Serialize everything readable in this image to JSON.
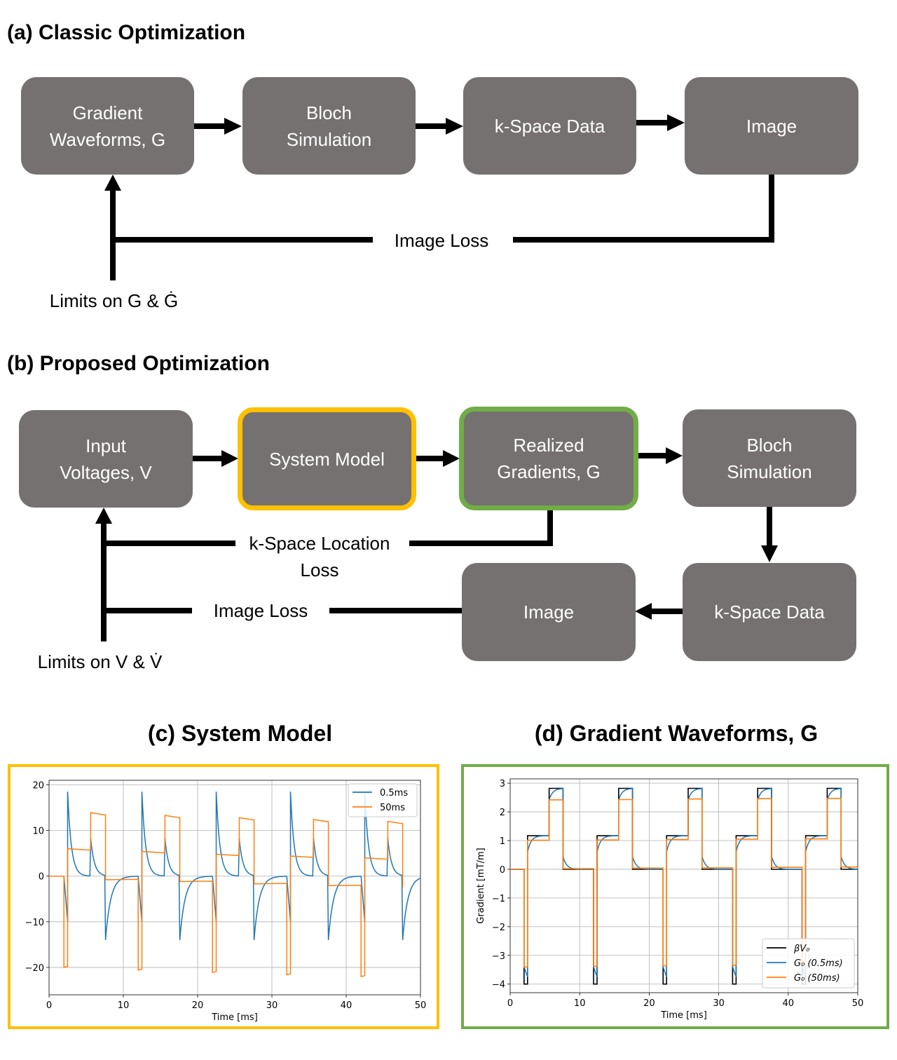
{
  "panel_a": {
    "heading": "(a) Classic Optimization",
    "boxes": [
      "Gradient\nWaveforms, G",
      "Bloch\nSimulation",
      "k-Space Data",
      "Image"
    ],
    "loss_label": "Image Loss",
    "limits_label": "Limits on G & Ġ"
  },
  "panel_b": {
    "heading": "(b) Proposed Optimization",
    "boxes": {
      "input": "Input\nVoltages, V",
      "system_model": "System Model",
      "realized": "Realized\nGradients, G",
      "bloch": "Bloch\nSimulation",
      "kspace": "k-Space Data",
      "image": "Image"
    },
    "kspace_loss_label": "k-Space Location\nLoss",
    "image_loss_label": "Image Loss",
    "limits_label": "Limits on V & V̇"
  },
  "colors": {
    "box_fill": "#757170",
    "system_model_border": "#FFC000",
    "realized_border": "#70AD47",
    "series_blue": "#1f77b4",
    "series_orange": "#ff7f0e",
    "series_black": "#000000"
  },
  "chart_data": [
    {
      "type": "line",
      "title": "(c) System Model",
      "xlabel": "Time [ms]",
      "ylabel": "",
      "xlim": [
        0,
        50
      ],
      "ylim": [
        -26,
        21
      ],
      "xticks": [
        0,
        10,
        20,
        30,
        40,
        50
      ],
      "yticks": [
        -20,
        -10,
        0,
        10,
        20
      ],
      "grid": true,
      "legend": "top-right",
      "period_ms": 10,
      "series": [
        {
          "name": "0.5ms",
          "color": "#1f77b4",
          "description": "high-pass response: spikes at each voltage step decaying to 0",
          "peaks": {
            "pos_spike": 18.5,
            "mid_spike": 8.3,
            "neg_spike": -14,
            "neg_pulse_spike": -20
          },
          "decay_tau_ms": 0.5
        },
        {
          "name": "50ms",
          "color": "#ff7f0e",
          "description": "slowly drooping piecewise levels per period",
          "cycles": [
            {
              "neg": -20.0,
              "low": 6.0,
              "high": 13.9,
              "tail": -0.8
            },
            {
              "neg": -20.6,
              "low": 5.4,
              "high": 13.3,
              "tail": -1.2
            },
            {
              "neg": -21.1,
              "low": 4.8,
              "high": 12.8,
              "tail": -1.7
            },
            {
              "neg": -21.6,
              "low": 4.4,
              "high": 12.4,
              "tail": -2.1
            },
            {
              "neg": -22.0,
              "low": 4.0,
              "high": 12.0,
              "tail": -2.5
            }
          ],
          "decay_tau_ms": 50
        }
      ]
    },
    {
      "type": "line",
      "title": "(d) Gradient Waveforms, G",
      "xlabel": "Time [ms]",
      "ylabel": "Gradient [mT/m]",
      "xlim": [
        0,
        50
      ],
      "ylim": [
        -4.3,
        3.15
      ],
      "xticks": [
        0,
        10,
        20,
        30,
        40,
        50
      ],
      "yticks": [
        -4,
        -3,
        -2,
        -1,
        0,
        1,
        2,
        3
      ],
      "grid": true,
      "legend": "bottom-right",
      "period_ms": 10,
      "segments_ms": {
        "neg_start": 2.0,
        "neg_end": 2.5,
        "low_end": 5.6,
        "high_end": 7.6,
        "period_end": 12.0
      },
      "series": [
        {
          "name": "βV₀",
          "color": "#000000",
          "levels": {
            "neg": -4.0,
            "low": 1.17,
            "high": 2.82,
            "tail": 0.0
          }
        },
        {
          "name": "G₀ (0.5ms)",
          "color": "#1f77b4",
          "levels": {
            "neg": -3.75,
            "low": 1.17,
            "high": 2.82,
            "tail": 0.0
          },
          "tau_ms": 0.5
        },
        {
          "name": "G₀ (50ms)",
          "color": "#ff7f0e",
          "cycles": [
            {
              "neg": -3.4,
              "low": 1.01,
              "high": 2.42,
              "tail": 0.02
            },
            {
              "neg": -3.38,
              "low": 1.02,
              "high": 2.43,
              "tail": 0.04
            },
            {
              "neg": -3.36,
              "low": 1.04,
              "high": 2.45,
              "tail": 0.05
            },
            {
              "neg": -3.34,
              "low": 1.05,
              "high": 2.46,
              "tail": 0.07
            },
            {
              "neg": -3.32,
              "low": 1.06,
              "high": 2.47,
              "tail": 0.08
            }
          ]
        }
      ]
    }
  ]
}
